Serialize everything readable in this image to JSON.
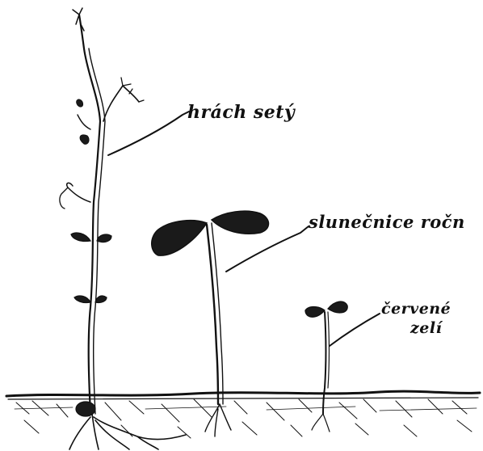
{
  "labels": {
    "pea": "hrách setý",
    "sunflower": "slunečnice ročn",
    "cabbage_line1": "červené",
    "cabbage_line2": "zelí"
  }
}
